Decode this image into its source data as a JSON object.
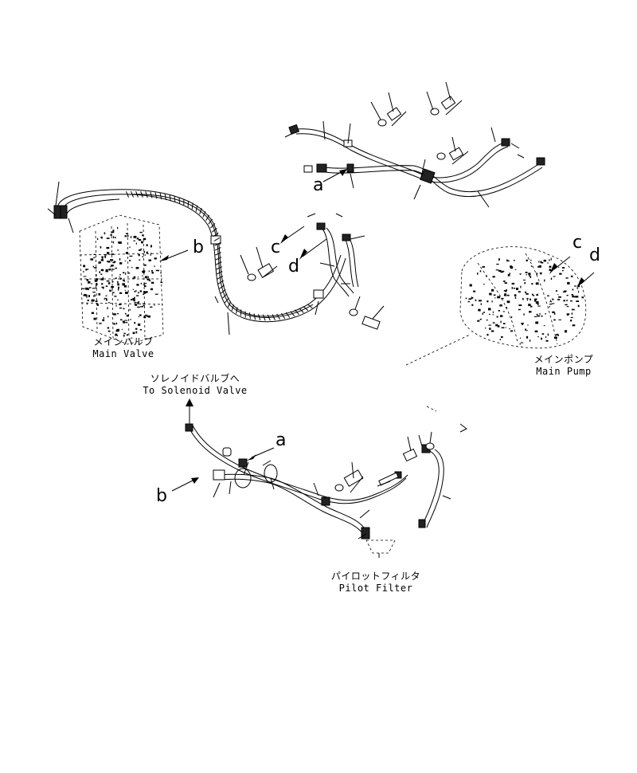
{
  "labels": {
    "main_valve": {
      "jp": "メインバルブ",
      "en": "Main Valve"
    },
    "main_pump": {
      "jp": "メインポンプ",
      "en": "Main Pump"
    },
    "solenoid_valve": {
      "jp": "ソレノイドバルブへ",
      "en": "To Solenoid Valve"
    },
    "pilot_filter": {
      "jp": "パイロットフィルタ",
      "en": "Pilot Filter"
    }
  },
  "callouts": {
    "a_top": "a",
    "b_left": "b",
    "c_mid": "c",
    "d_mid": "d",
    "c_pump": "c",
    "d_pump": "d",
    "a_bottom": "a",
    "b_bottom": "b"
  }
}
